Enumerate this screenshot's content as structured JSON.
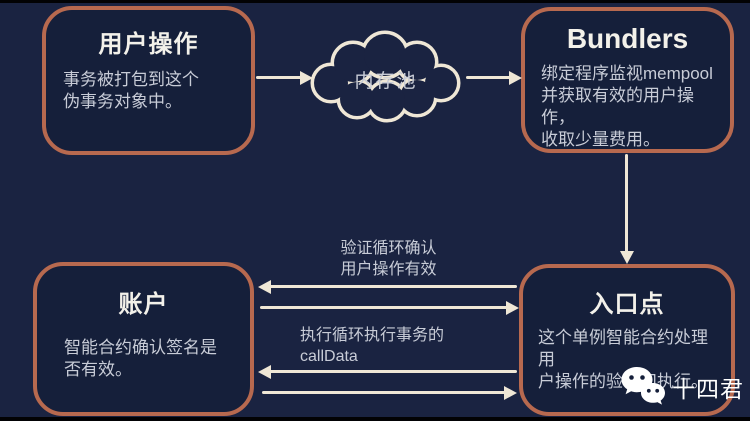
{
  "colors": {
    "background": "#1a2341",
    "panel": "#151f3a",
    "border": "#b7694f",
    "accent": "#efe7d6",
    "title_text": "#f3f1ea",
    "body_text": "#c8ccd7"
  },
  "nodes": {
    "user_operation": {
      "title": "用户操作",
      "body": "事务被打包到这个\n伪事务对象中。"
    },
    "mempool": {
      "title": "内存池"
    },
    "bundlers": {
      "title": "Bundlers",
      "body": "绑定程序监视mempool\n并获取有效的用户操作，\n收取少量费用。"
    },
    "account": {
      "title": "账户",
      "body": "智能合约确认签名是\n否有效。"
    },
    "entry_point": {
      "title": "入口点",
      "body": "这个单例智能合约处理用\n户操作的验证和执行。"
    }
  },
  "edge_labels": {
    "validation_loop": "验证循环确认\n用户操作有效",
    "execution_loop": "执行循环执行事务的\ncallData"
  },
  "watermark": {
    "label": "十四君"
  }
}
